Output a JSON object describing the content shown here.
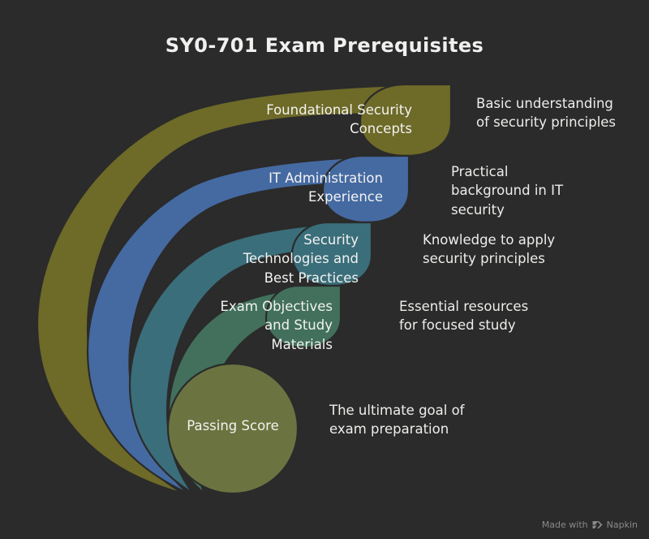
{
  "page": {
    "title": "SY0-701 Exam Prerequisites",
    "background_color": "#2b2b2b",
    "text_color": "#f2f2f0"
  },
  "layers": [
    {
      "label": "Foundational Security\nConcepts",
      "description": "Basic understanding\nof security principles",
      "color": "#6e6a28"
    },
    {
      "label": "IT Administration\nExperience",
      "description": "Practical\nbackground in IT\nsecurity",
      "color": "#456aa2"
    },
    {
      "label": "Security\nTechnologies and\nBest Practices",
      "description": "Knowledge to apply\nsecurity principles",
      "color": "#3a6e7a"
    },
    {
      "label": "Exam Objectives\nand Study\nMaterials",
      "description": "Essential resources\nfor focused study",
      "color": "#42705c"
    }
  ],
  "core": {
    "label": "Passing Score",
    "description": "The ultimate goal of\nexam preparation",
    "color": "#6b7440"
  },
  "watermark": {
    "text": "Made with",
    "brand": "Napkin",
    "logo_icon": "napkin-chevron-icon"
  }
}
